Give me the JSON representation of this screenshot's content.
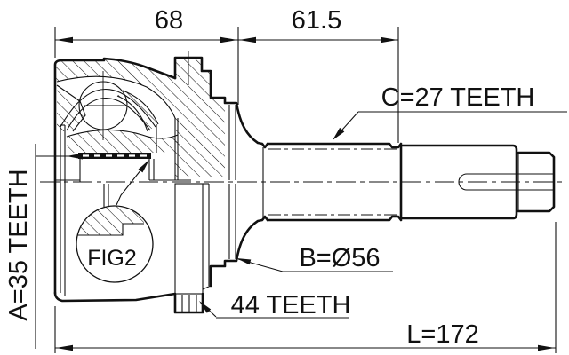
{
  "diagram": {
    "type": "technical-drawing",
    "subject": "CV joint outer race with shaft, cross-section",
    "labels": {
      "dim_top_left": "68",
      "dim_top_right": "61.5",
      "spline_c": "C=27 TEETH",
      "spline_a": "A=35 TEETH",
      "diameter_b": "B=Ø56",
      "abs_ring": "44 TEETH",
      "overall_length": "L=172",
      "figure": "FIG2"
    },
    "colors": {
      "ink": "#111111",
      "background": "#ffffff"
    }
  }
}
